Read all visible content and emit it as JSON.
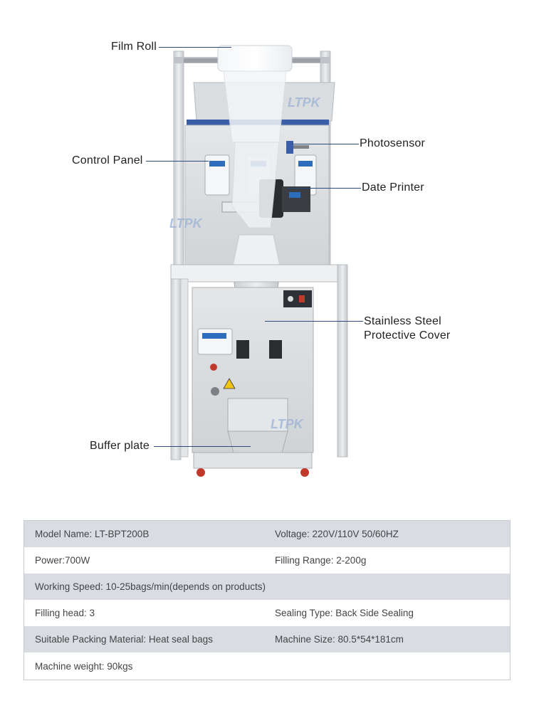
{
  "figure": {
    "watermark": "LTPK",
    "callouts": {
      "film_roll": "Film Roll",
      "control_panel": "Control Panel",
      "photosensor": "Photosensor",
      "date_printer": "Date Printer",
      "stainless_cover_line1": "Stainless Steel",
      "stainless_cover_line2": "Protective Cover",
      "buffer_plate": "Buffer plate"
    },
    "colors": {
      "leader": "#2b4a7a",
      "machine_steel": "#d9dcdf",
      "frame": "#e9ebed",
      "blue_rail": "#3a5fa8",
      "wheel": "#c0392b"
    }
  },
  "specs": {
    "model": "Model Name: LT-BPT200B",
    "voltage": "Voltage:  220V/110V 50/60HZ",
    "power": "Power:700W",
    "filling_range": "Filling Range:  2-200g",
    "working_speed": "Working Speed: 10-25bags/min(depends on products)",
    "filling_head": "Filling head: 3",
    "sealing_type": "Sealing Type:  Back Side Sealing",
    "packing_material": "Suitable Packing Material:  Heat seal bags",
    "machine_size": "Machine Size:  80.5*54*181cm",
    "machine_weight": "Machine weight: 90kgs"
  }
}
